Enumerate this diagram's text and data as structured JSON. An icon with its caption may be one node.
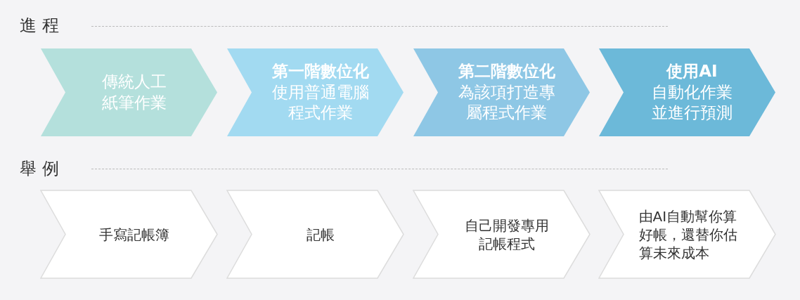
{
  "diagram": {
    "nodes": [
      {
        "text": [
          "傳統人工紙筆作業"
        ]
      },
      {
        "text": [
          "第一階數位化",
          "使用普通電腦程式作業"
        ]
      },
      {
        "text": [
          "第二階數位化",
          "為該項打造專屬程式作業"
        ]
      },
      {
        "text": [
          "使用AI",
          "自動化作業並進行預測"
        ]
      },
      {
        "text": [
          "手寫記帳簿"
        ]
      },
      {
        "text": [
          "記帳"
        ]
      },
      {
        "text": [
          "自己開發專用記帳程式"
        ]
      },
      {
        "text": [
          "由AI自動幫你算好帳，還替你估算未來成本"
        ]
      }
    ],
    "labels": [
      "進程",
      "舉例"
    ]
  }
}
